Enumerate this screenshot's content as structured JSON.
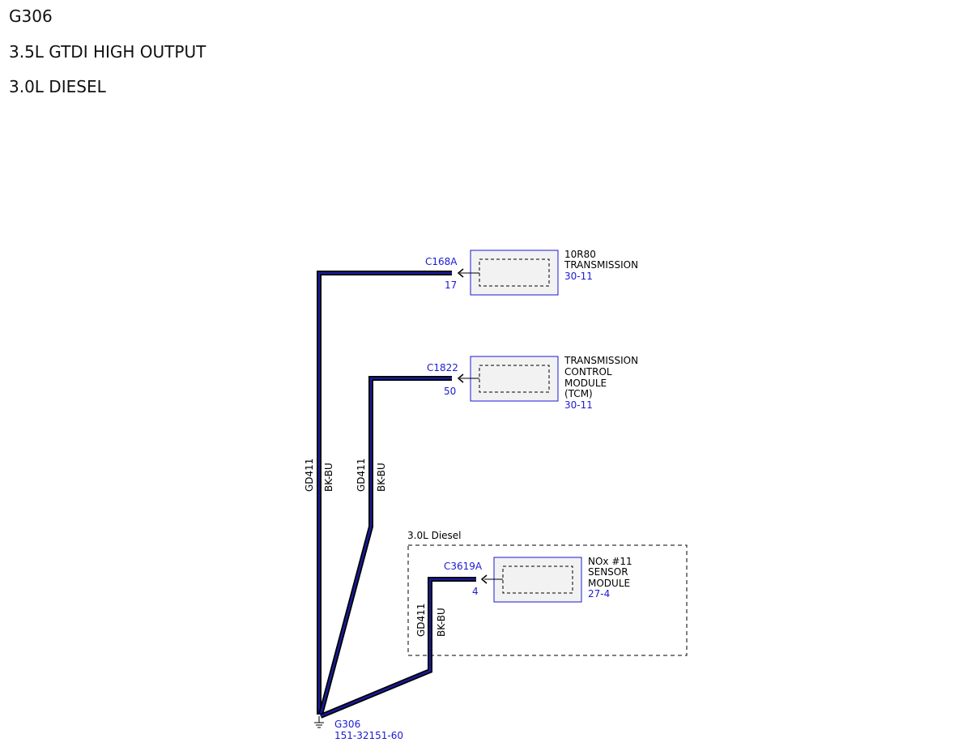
{
  "header": {
    "line1": "G306",
    "line2": "3.5L GTDI HIGH OUTPUT",
    "line3": "3.0L DIESEL"
  },
  "components": [
    {
      "connector": "C168A",
      "pin": "17",
      "name_lines": [
        "10R80",
        "TRANSMISSION"
      ],
      "ref": "30-11"
    },
    {
      "connector": "C1822",
      "pin": "50",
      "name_lines": [
        "TRANSMISSION",
        "CONTROL",
        "MODULE",
        "(TCM)"
      ],
      "ref": "30-11"
    },
    {
      "connector": "C3619A",
      "pin": "4",
      "name_lines": [
        "NOx #11",
        "SENSOR",
        "MODULE"
      ],
      "ref": "27-4"
    }
  ],
  "wires": [
    {
      "circuit": "GD411",
      "color": "BK-BU"
    },
    {
      "circuit": "GD411",
      "color": "BK-BU"
    },
    {
      "circuit": "GD411",
      "color": "BK-BU"
    }
  ],
  "option_box": {
    "label": "3.0L Diesel"
  },
  "ground": {
    "name": "G306",
    "ref": "151-32151-60"
  },
  "colors": {
    "wire_outer": "#000000",
    "wire_inner": "#1a1a9c",
    "link": "#1a1ad4",
    "box_fill": "#f2f2f2"
  }
}
